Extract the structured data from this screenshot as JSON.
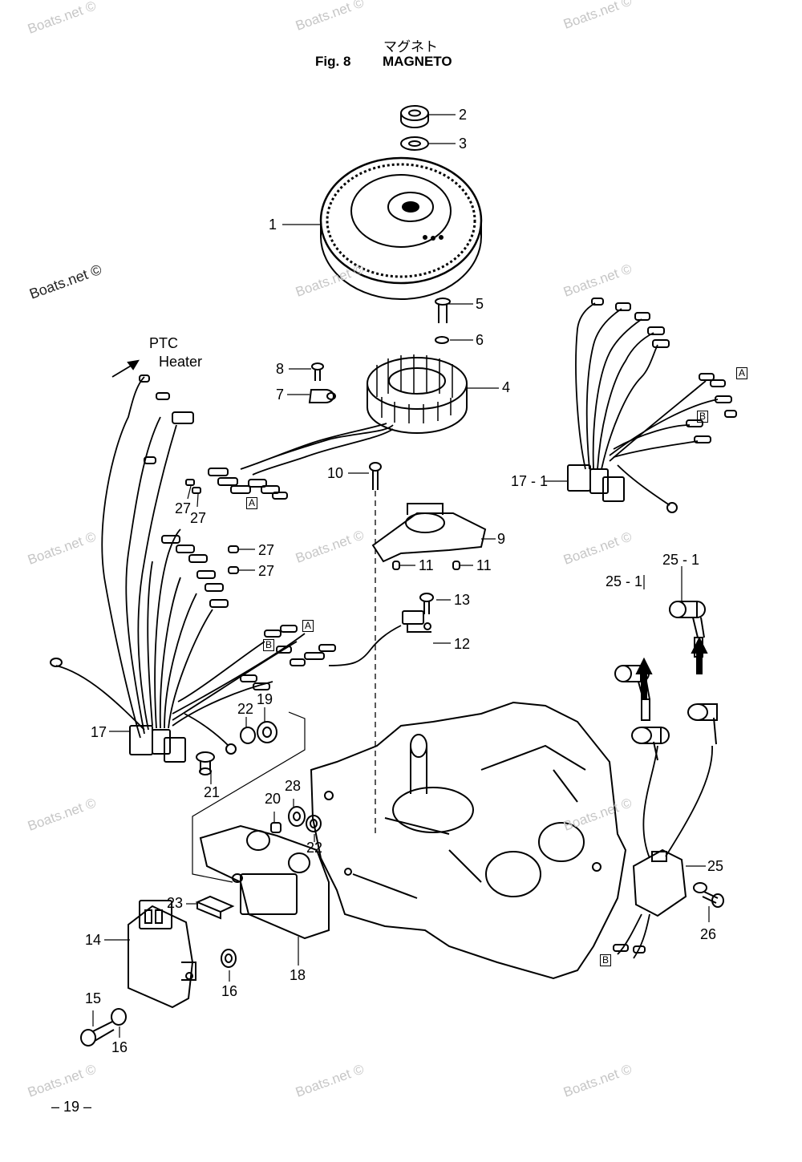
{
  "header": {
    "japanese_title": "マグネト",
    "fig_label": "Fig. 8",
    "title": "MAGNETO"
  },
  "labels": {
    "p1": "1",
    "p2": "2",
    "p3": "3",
    "p4": "4",
    "p5": "5",
    "p6": "6",
    "p7": "7",
    "p8": "8",
    "p9": "9",
    "p10": "10",
    "p11a": "11",
    "p11b": "11",
    "p12": "12",
    "p13": "13",
    "p14": "14",
    "p15": "15",
    "p16a": "16",
    "p16b": "16",
    "p17": "17",
    "p17_1": "17 - 1",
    "p18": "18",
    "p19": "19",
    "p20": "20",
    "p21": "21",
    "p22a": "22",
    "p22b": "22",
    "p23": "23",
    "p25": "25",
    "p25_1a": "25 - 1",
    "p25_1b": "25 - 1",
    "p26": "26",
    "p27a": "27",
    "p27b": "27",
    "p27c": "27",
    "p27d": "27",
    "p28": "28"
  },
  "connectors": {
    "a1": "A",
    "a2": "A",
    "a3": "A",
    "b1": "B",
    "b2": "B",
    "b3": "B"
  },
  "notes": {
    "ptc": "PTC",
    "heater": "Heater"
  },
  "watermark": "Boats.net ©",
  "page_number": "– 19 –"
}
